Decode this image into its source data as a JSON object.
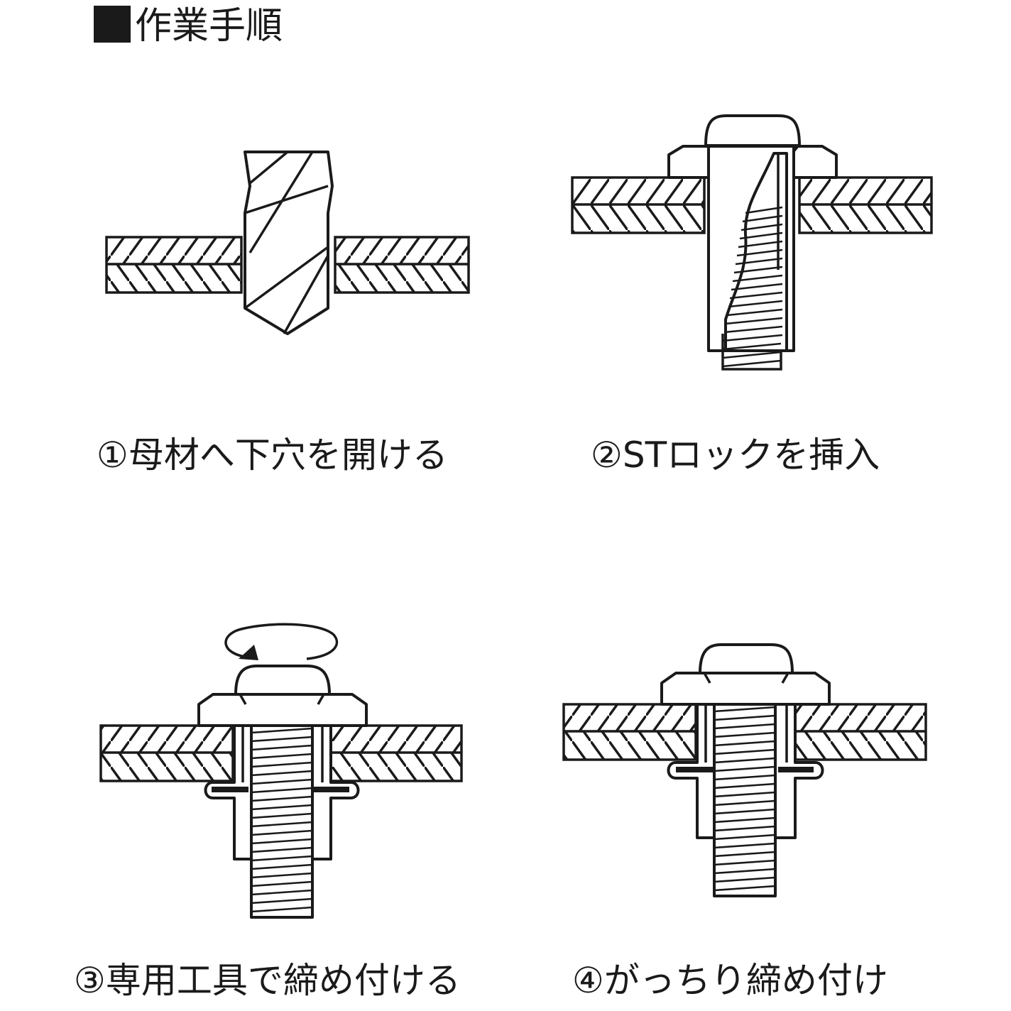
{
  "title": "作業手順",
  "steps": [
    {
      "label": "①母材へ下穴を開ける"
    },
    {
      "label": "②STロックを挿入"
    },
    {
      "label": "③専用工具で締め付ける"
    },
    {
      "label": "④がっちり締め付け"
    }
  ],
  "colors": {
    "line": "#1a1a1a",
    "background": "#ffffff"
  }
}
